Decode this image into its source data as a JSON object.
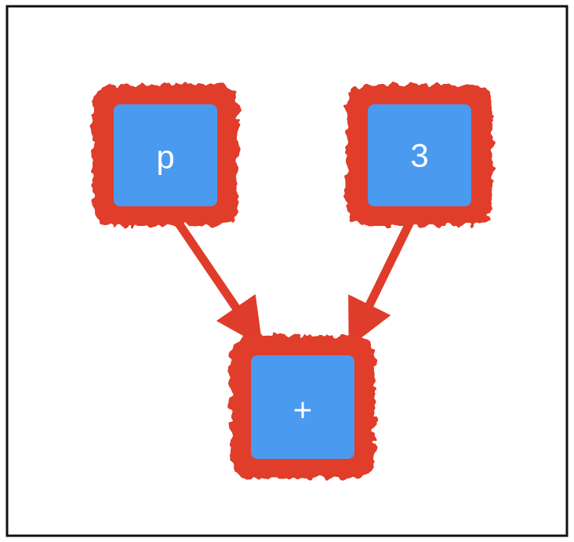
{
  "colors": {
    "frame": "#111111",
    "background": "#ffffff",
    "node_fill": "#4a9af0",
    "node_border": "#e03c2b",
    "edge": "#e03c2b",
    "label": "#ffffff"
  },
  "nodes": [
    {
      "id": "p",
      "label": "p"
    },
    {
      "id": "three",
      "label": "3"
    },
    {
      "id": "plus",
      "label": "+"
    }
  ],
  "edges": [
    {
      "from": "p",
      "to": "plus"
    },
    {
      "from": "three",
      "to": "plus"
    }
  ]
}
